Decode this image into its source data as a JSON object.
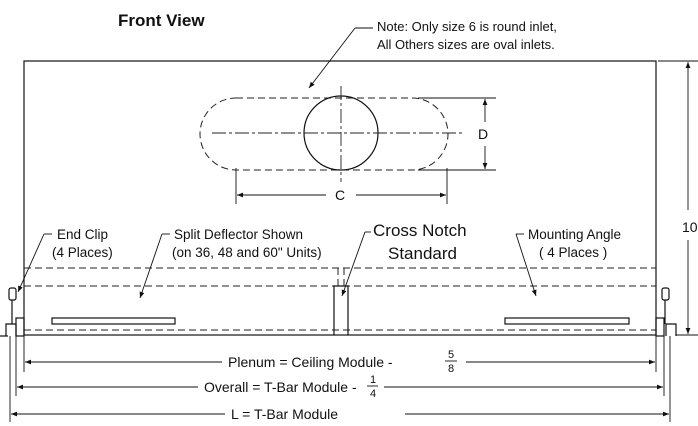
{
  "title": "Front View",
  "note": {
    "line1": "Note: Only size 6 is round inlet,",
    "line2": "All Others sizes are oval inlets."
  },
  "dims": {
    "c": "C",
    "d": "D",
    "height": "10"
  },
  "callouts": {
    "end_clip": {
      "line1": "End Clip",
      "line2": "(4 Places)"
    },
    "split_deflector": {
      "line1": "Split Deflector Shown",
      "line2": "(on 36, 48 and 60\" Units)"
    },
    "cross_notch": {
      "line1": "Cross Notch",
      "line2": "Standard"
    },
    "mounting_angle": {
      "line1": "Mounting Angle",
      "line2": "( 4 Places )"
    }
  },
  "dimension_lines": {
    "plenum": {
      "text": "Plenum = Ceiling Module - ",
      "num": "5",
      "den": "8"
    },
    "overall": {
      "text": "Overall = T-Bar Module -",
      "num": "1",
      "den": "4"
    },
    "l": {
      "text": "L = T-Bar Module"
    }
  }
}
